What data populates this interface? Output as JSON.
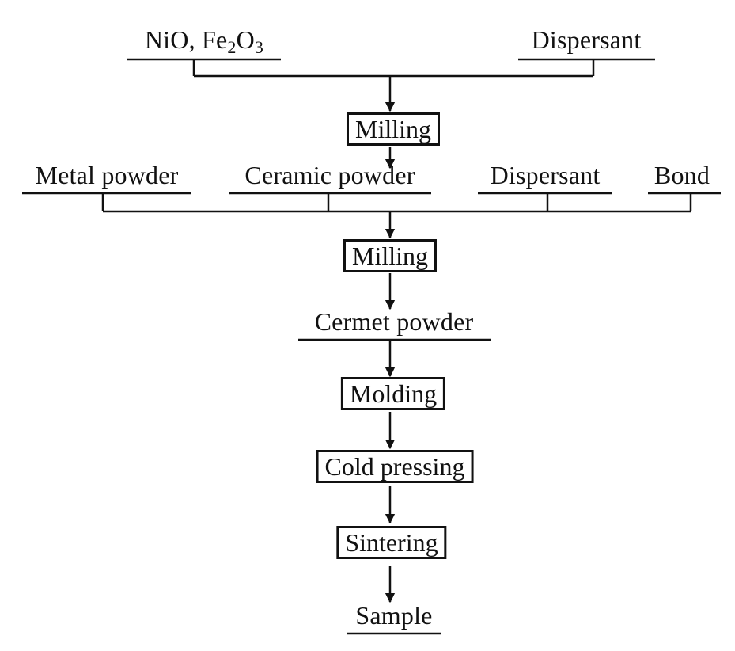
{
  "inputs_top": {
    "nio": "NiO,",
    "fe2o3": {
      "base1": "Fe",
      "sub1": "2",
      "base2": "O",
      "sub2": "3"
    },
    "dispersant": "Dispersant"
  },
  "step1": "Milling",
  "inputs_mid": {
    "metal_powder": "Metal powder",
    "ceramic_powder": "Ceramic powder",
    "dispersant": "Dispersant",
    "bond": "Bond"
  },
  "step2": "Milling",
  "intermediate": "Cermet powder",
  "step3": "Molding",
  "step4": "Cold pressing",
  "step5": "Sintering",
  "output": "Sample"
}
